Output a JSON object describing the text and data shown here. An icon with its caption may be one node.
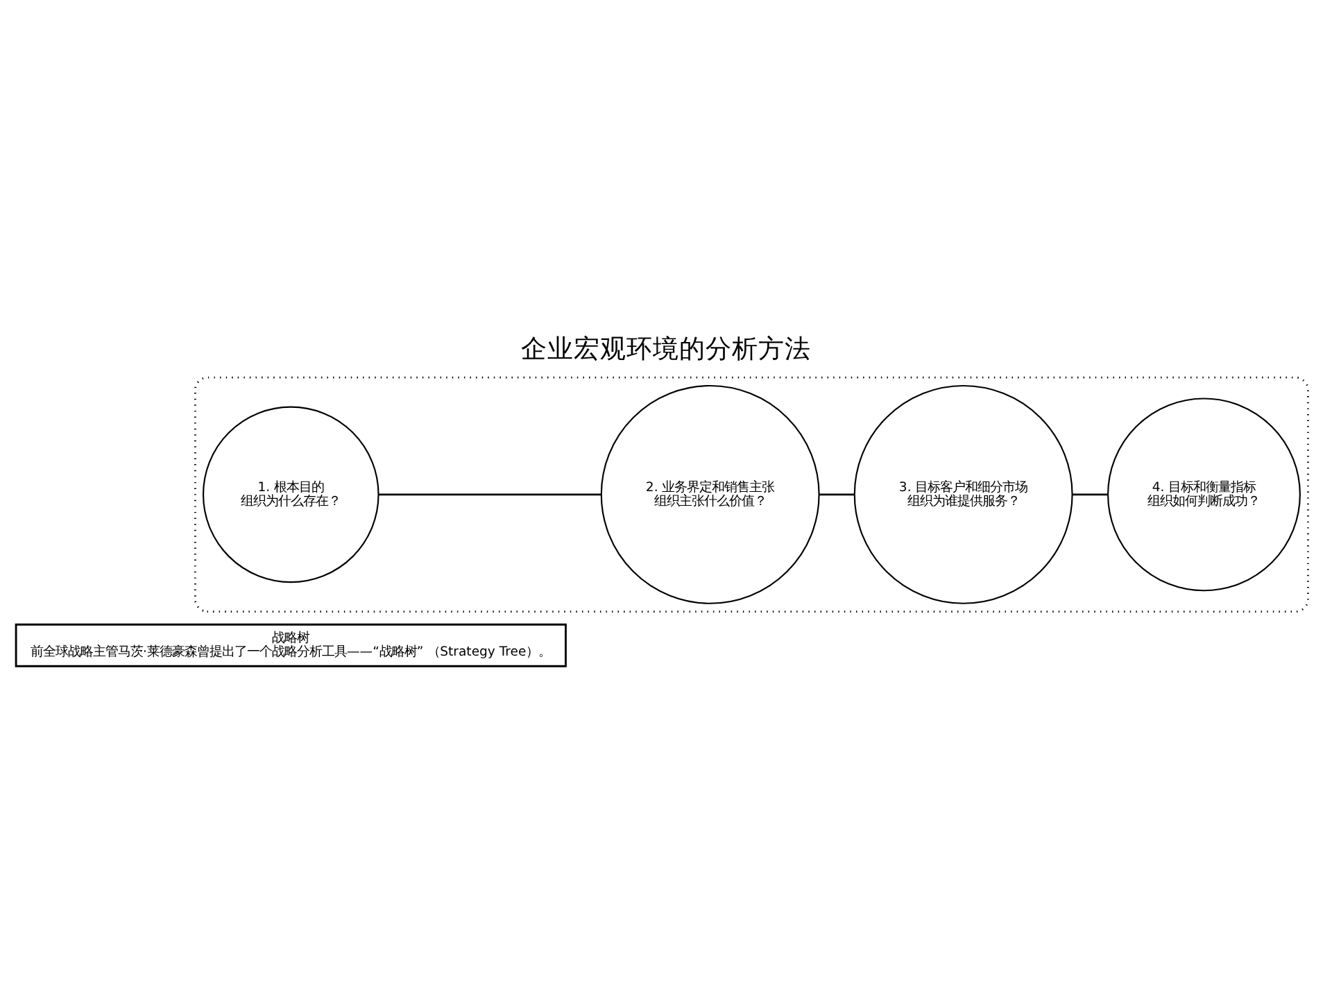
{
  "diagram": {
    "title": "企业宏观环境的分析方法",
    "nodes": [
      {
        "text": [
          "战略树",
          "前全球战略主管马茨·莱德豪森曾提出了一个战略分析工具——“战略树” （Strategy Tree）。"
        ]
      },
      {
        "text": [],
        "shape": "box"
      },
      {
        "text": [
          "1. 根本目的",
          "组织为什么存在？"
        ],
        "in": 1
      },
      {
        "text": [
          "2. 业务界定和销售主张",
          "组织主张什么价值？"
        ],
        "in": 1
      },
      {
        "text": [
          "3. 目标客户和细分市场",
          "组织为谁提供服务？"
        ],
        "in": 1
      },
      {
        "text": [
          "4. 目标和衡量指标",
          "组织如何判断成功？"
        ],
        "in": 1
      }
    ],
    "edges": [
      {
        "from": 2,
        "to": 3,
        "arrow": "none"
      },
      {
        "from": 3,
        "to": 4,
        "arrow": "none"
      },
      {
        "from": 4,
        "to": 5,
        "arrow": "none"
      }
    ]
  }
}
